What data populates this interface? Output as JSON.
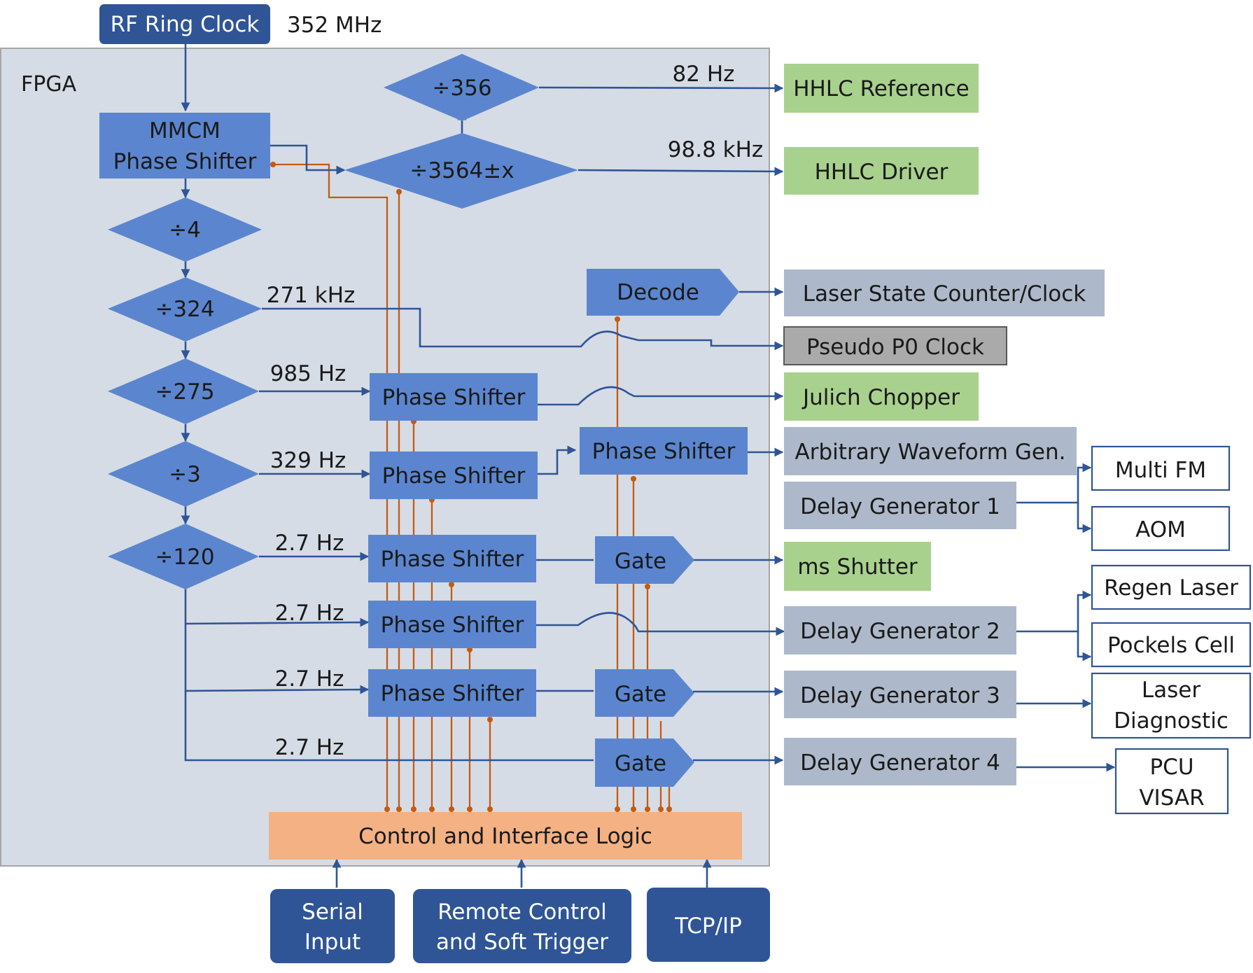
{
  "diagram": {
    "rf_clock": "RF Ring Clock",
    "rf_freq": "352 MHz",
    "fpga_label": "FPGA",
    "mmcm": [
      "MMCM",
      "Phase Shifter"
    ],
    "div356": "÷356",
    "div3564": "÷3564±x",
    "div4": "÷4",
    "div324": "÷324",
    "div275": "÷275",
    "div3": "÷3",
    "div120": "÷120",
    "freq_82hz": "82 Hz",
    "freq_98khz": "98.8 kHz",
    "freq_271khz": "271 kHz",
    "freq_985hz": "985 Hz",
    "freq_329hz": "329 Hz",
    "freq_27hz": "2.7 Hz",
    "decode": "Decode",
    "phase_shifter": "Phase Shifter",
    "gate": "Gate",
    "control_logic": "Control and Interface Logic",
    "outputs": {
      "hhlc_reference": "HHLC Reference",
      "hhlc_driver": "HHLC Driver",
      "laser_state": "Laser State Counter/Clock",
      "pseudo_p0": "Pseudo P0 Clock",
      "julich": "Julich Chopper",
      "awg": "Arbitrary Waveform Gen.",
      "dg1": "Delay Generator 1",
      "ms_shutter": "ms Shutter",
      "dg2": "Delay Generator 2",
      "dg3": "Delay Generator 3",
      "dg4": "Delay Generator 4"
    },
    "devices": {
      "multi_fm": "Multi FM",
      "aom": "AOM",
      "regen": "Regen Laser",
      "pockels": "Pockels Cell",
      "laser_diag": [
        "Laser",
        "Diagnostic"
      ],
      "pcu_visar": [
        "PCU",
        "VISAR"
      ]
    },
    "inputs": {
      "serial": [
        "Serial",
        "Input"
      ],
      "remote": [
        "Remote Control",
        "and Soft Trigger"
      ],
      "tcpip": "TCP/IP"
    },
    "colors": {
      "fpga_bg": "#d6dce5",
      "block_blue": "#5b86cf",
      "dark_blue": "#2f5597",
      "green": "#a9d18e",
      "gray_blue": "#adb9ca",
      "gray": "#aaaaaa",
      "orange": "#f4b183",
      "wire_orange": "#c55a11"
    }
  }
}
